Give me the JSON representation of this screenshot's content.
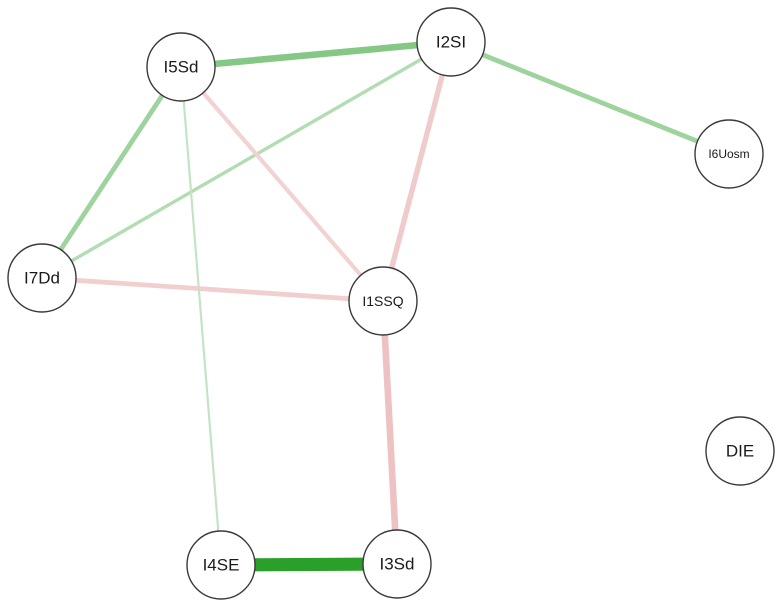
{
  "graph": {
    "colors": {
      "positive": "#1f9a1f",
      "negative": "#d97a7a"
    },
    "nodes": [
      {
        "id": "I5Sd",
        "label": "I5Sd"
      },
      {
        "id": "I2SI",
        "label": "I2SI"
      },
      {
        "id": "I6Uosm",
        "label": "I6Uosm"
      },
      {
        "id": "I7Dd",
        "label": "I7Dd"
      },
      {
        "id": "I1SSQ",
        "label": "I1SSQ"
      },
      {
        "id": "DIE",
        "label": "DIE"
      },
      {
        "id": "I4SE",
        "label": "I4SE"
      },
      {
        "id": "I3Sd",
        "label": "I3Sd"
      }
    ],
    "edges": [
      {
        "from": "I5Sd",
        "to": "I2SI",
        "sign": "positive",
        "weight": 0.45
      },
      {
        "from": "I2SI",
        "to": "I6Uosm",
        "sign": "positive",
        "weight": 0.3
      },
      {
        "from": "I5Sd",
        "to": "I7Dd",
        "sign": "positive",
        "weight": 0.3
      },
      {
        "from": "I2SI",
        "to": "I7Dd",
        "sign": "positive",
        "weight": 0.18
      },
      {
        "from": "I5Sd",
        "to": "I1SSQ",
        "sign": "negative",
        "weight": 0.25
      },
      {
        "from": "I2SI",
        "to": "I1SSQ",
        "sign": "negative",
        "weight": 0.35
      },
      {
        "from": "I7Dd",
        "to": "I1SSQ",
        "sign": "negative",
        "weight": 0.3
      },
      {
        "from": "I1SSQ",
        "to": "I3Sd",
        "sign": "negative",
        "weight": 0.45
      },
      {
        "from": "I5Sd",
        "to": "I4SE",
        "sign": "positive",
        "weight": 0.08
      },
      {
        "from": "I4SE",
        "to": "I3Sd",
        "sign": "positive",
        "weight": 1.0
      }
    ]
  }
}
